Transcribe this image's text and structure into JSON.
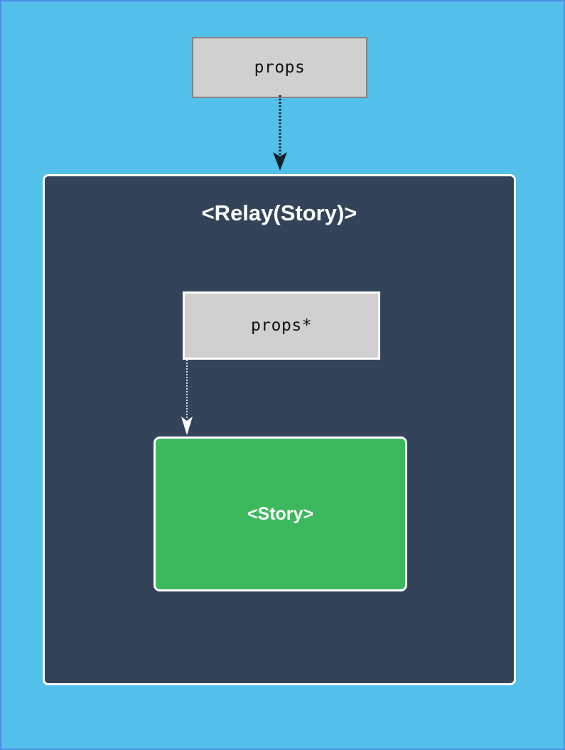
{
  "diagram": {
    "type": "component-hierarchy-diagram",
    "background_color": "#53c0ea",
    "border_color": "#4f8fe8",
    "nodes": [
      {
        "id": "props-outer",
        "label": "props",
        "shape": "rectangle",
        "fill": "#d0d0d0",
        "stroke": "#838383",
        "text_color": "#111111",
        "font": "monospace"
      },
      {
        "id": "relay-container",
        "label": "<Relay(Story)>",
        "shape": "rounded-rectangle",
        "fill": "#33445a",
        "stroke": "#ffffff",
        "text_color": "#ffffff",
        "font": "sans-serif-bold"
      },
      {
        "id": "props-inner",
        "label": "props*",
        "shape": "rectangle",
        "fill": "#d0d0d0",
        "stroke": "#ffffff",
        "text_color": "#111111",
        "font": "monospace"
      },
      {
        "id": "story",
        "label": "<Story>",
        "shape": "rounded-rectangle",
        "fill": "#3cb95c",
        "stroke": "#ffffff",
        "text_color": "#ffffff",
        "font": "sans-serif-bold"
      }
    ],
    "edges": [
      {
        "id": "edge-props-to-relay",
        "from": "props-outer",
        "to": "relay-container",
        "style": "dotted",
        "color": "#13212f",
        "arrowhead": "solid-triangle"
      },
      {
        "id": "edge-propsstar-to-story",
        "from": "props-inner",
        "to": "story",
        "style": "dotted",
        "color": "#ffffff",
        "arrowhead": "open-triangle"
      }
    ]
  }
}
